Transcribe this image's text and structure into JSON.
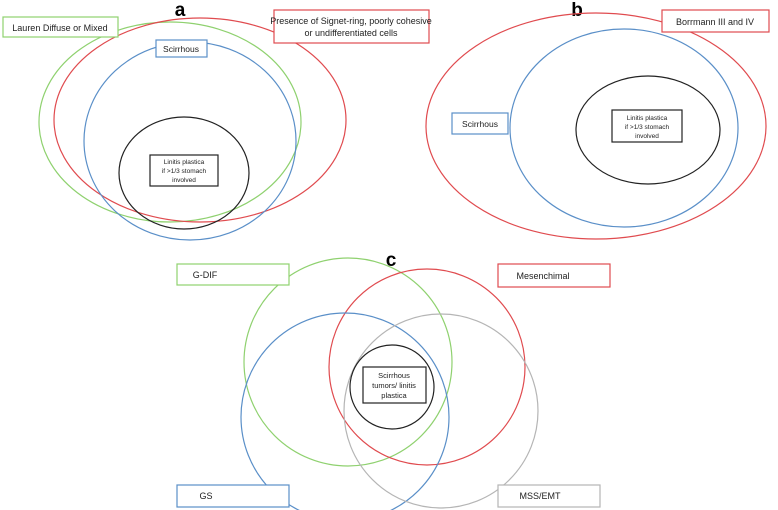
{
  "colors": {
    "green": "#8fd16f",
    "red": "#e04b4f",
    "blue": "#5a8fc8",
    "black": "#222222",
    "gray": "#b5b5b5"
  },
  "panel_a": {
    "letter": "a",
    "lauren": "Lauren Diffuse or Mixed",
    "signet_line1": "Presence of Signet-ring, poorly cohesive",
    "signet_line2": "or undifferentiated cells",
    "scirrhous": "Scirrhous",
    "linitis_line1": "Linitis plastica",
    "linitis_line2": "if >1/3 stomach",
    "linitis_line3": "involved"
  },
  "panel_b": {
    "letter": "b",
    "borrmann": "Borrmann III and IV",
    "scirrhous": "Scirrhous",
    "linitis_line1": "Linitis plastica",
    "linitis_line2": "if >1/3 stomach",
    "linitis_line3": "involved"
  },
  "panel_c": {
    "letter": "c",
    "gdif": "G-DIF",
    "mesenchimal": "Mesenchimal",
    "gs": "GS",
    "mss": "MSS/EMT",
    "center_line1": "Scirrhous",
    "center_line2": "tumors/ linitis",
    "center_line3": "plastica"
  }
}
